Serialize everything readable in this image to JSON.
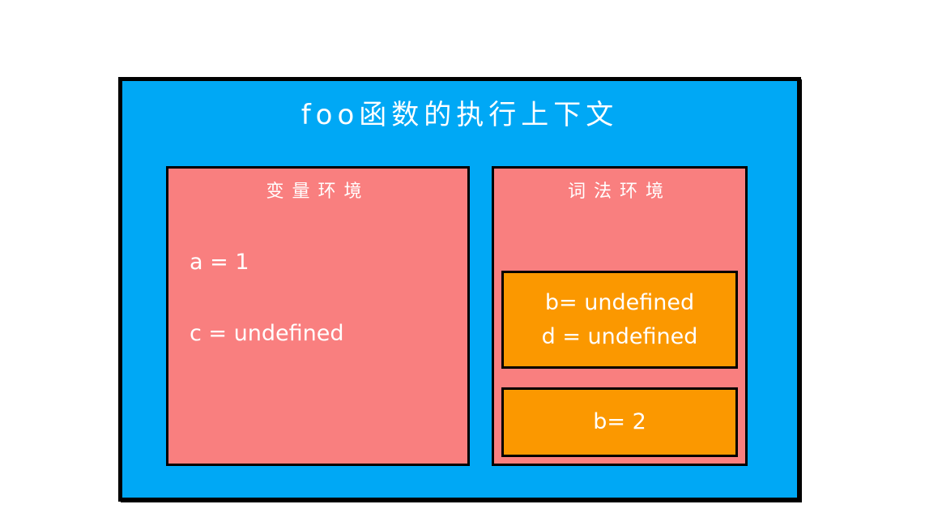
{
  "diagram": {
    "title": "foo函数的执行上下文",
    "colors": {
      "page_background": "#ffffff",
      "context_box": "#00A8F5",
      "environment_box": "#F97F7F",
      "scope_block": "#FB9800",
      "border": "#000000",
      "text": "#ffffff"
    },
    "variable_environment": {
      "title": "变量环境",
      "entries": [
        "a = 1",
        "c = undefined"
      ]
    },
    "lexical_environment": {
      "title": "词法环境",
      "scope_blocks": [
        {
          "lines": [
            "b= undefined",
            "d = undefined"
          ]
        },
        {
          "lines": [
            "b= 2"
          ]
        }
      ]
    }
  }
}
